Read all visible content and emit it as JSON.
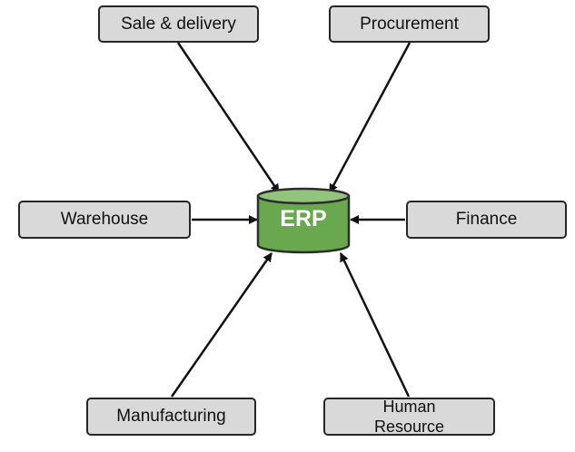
{
  "center": {
    "label": "ERP",
    "fill": "#6aa84f",
    "top_fill": "#93c47d",
    "stroke": "#2d2d2d"
  },
  "modules": {
    "sale_delivery": "Sale & delivery",
    "procurement": "Procurement",
    "warehouse": "Warehouse",
    "finance": "Finance",
    "manufacturing": "Manufacturing",
    "human_resource": "Human Resource"
  },
  "colors": {
    "box_fill": "#d9d9d9",
    "box_border": "#262626",
    "arrow": "#111111"
  }
}
